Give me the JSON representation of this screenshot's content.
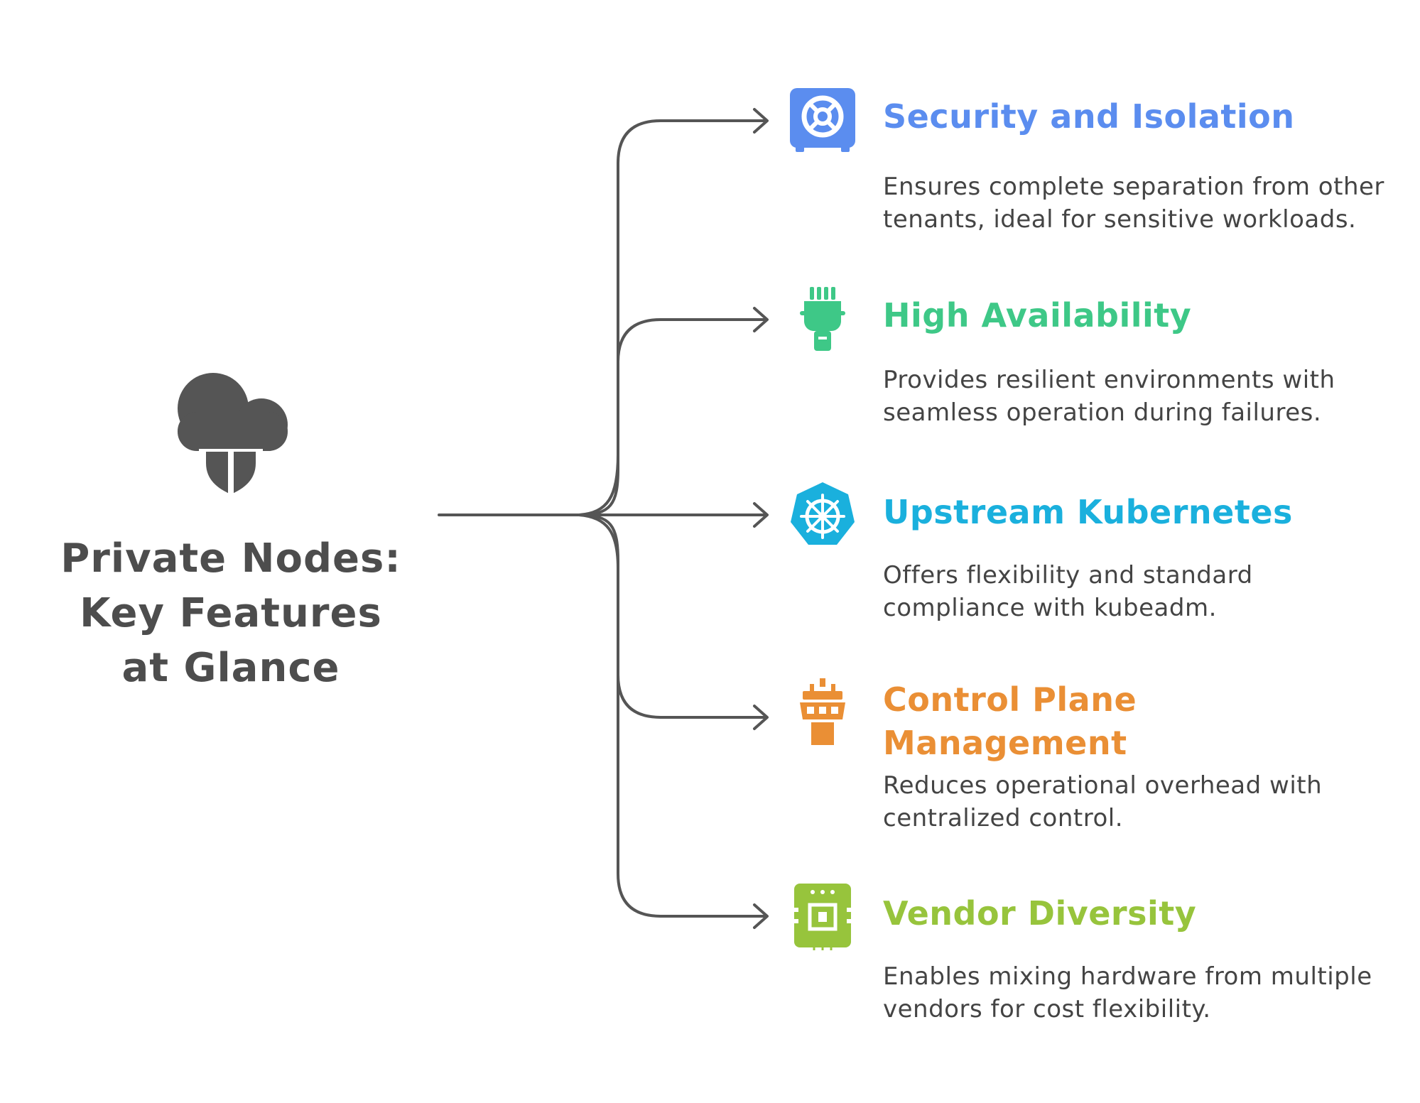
{
  "central": {
    "title_line1": "Private Nodes:",
    "title_line2": "Key Features",
    "title_line3": "at Glance",
    "icon": "cloud-shield-icon",
    "color": "#555555"
  },
  "connector_color": "#555555",
  "features": [
    {
      "title": "Security and Isolation",
      "description": "Ensures complete separation from other tenants, ideal for sensitive workloads.",
      "icon": "vault-icon",
      "color": "#5b8def"
    },
    {
      "title": "High Availability",
      "description": "Provides resilient environments with seamless operation during failures.",
      "icon": "ethernet-plug-icon",
      "color": "#3ec887"
    },
    {
      "title": "Upstream Kubernetes",
      "description": "Offers flexibility and standard compliance with kubeadm.",
      "icon": "kubernetes-helm-icon",
      "color": "#1ab0dd"
    },
    {
      "title": "Control Plane Management",
      "description": "Reduces operational overhead with centralized control.",
      "icon": "control-tower-icon",
      "color": "#ea8f35"
    },
    {
      "title": "Vendor Diversity",
      "description": "Enables mixing hardware from multiple vendors for cost flexibility.",
      "icon": "hardware-chip-icon",
      "color": "#97c43c"
    }
  ]
}
